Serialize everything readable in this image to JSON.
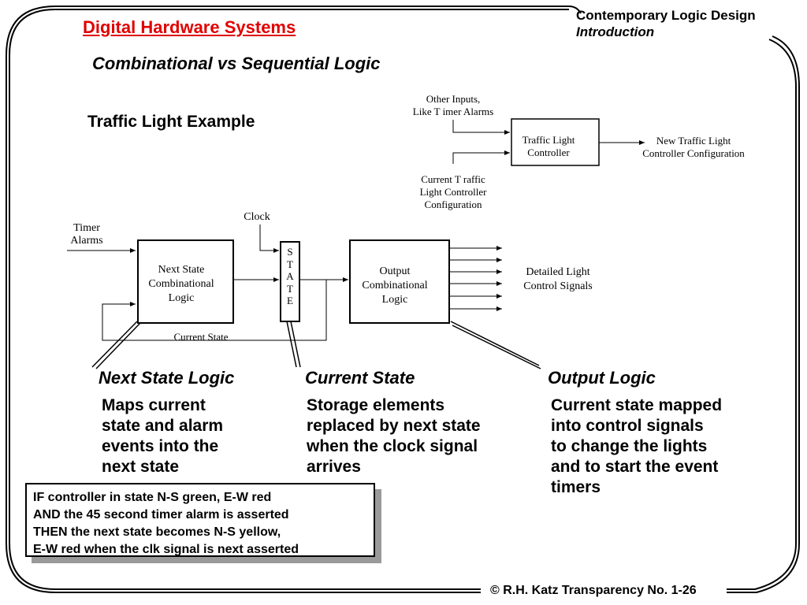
{
  "header": {
    "course_title": "Digital Hardware Systems",
    "book_title": "Contemporary Logic Design",
    "chapter": "Introduction"
  },
  "slide": {
    "subtitle": "Combinational vs Sequential Logic",
    "section_title": "Traffic Light Example"
  },
  "top_diagram": {
    "input_other": "Other Inputs,\nLike T imer Alarms",
    "controller": "Traffic Light\nController",
    "output": "New Traffic Light\nController Configuration",
    "input_current": "Current T raffic\nLight Controller\nConfiguration"
  },
  "main_diagram": {
    "clock": "Clock",
    "timer_alarms": "Timer\nAlarms",
    "next_state_block": "Next State\nCombinational\nLogic",
    "state_block": "S\nT\nA\nT\nE",
    "output_block": "Output\nCombinational\nLogic",
    "detailed_signals": "Detailed Light\nControl Signals",
    "current_state_label": "Current State"
  },
  "callouts": [
    {
      "title": "Next State Logic",
      "description": "Maps current\nstate and alarm\nevents into the\nnext state"
    },
    {
      "title": "Current State",
      "description": "Storage elements\nreplaced by next state\nwhen the clock signal\narrives"
    },
    {
      "title": "Output Logic",
      "description": "Current state mapped\ninto control signals\nto change the lights\nand to start the event\ntimers"
    }
  ],
  "example_box": {
    "text": "IF controller in state N-S green, E-W red\nAND the 45 second timer alarm is asserted\nTHEN the next state becomes N-S yellow,\nE-W red when the clk signal is next asserted"
  },
  "footer": {
    "text": "© R.H. Katz   Transparency  No. 1-26"
  },
  "colors": {
    "accent_red": "#e00000",
    "shadow_gray": "#9a9a9a"
  }
}
